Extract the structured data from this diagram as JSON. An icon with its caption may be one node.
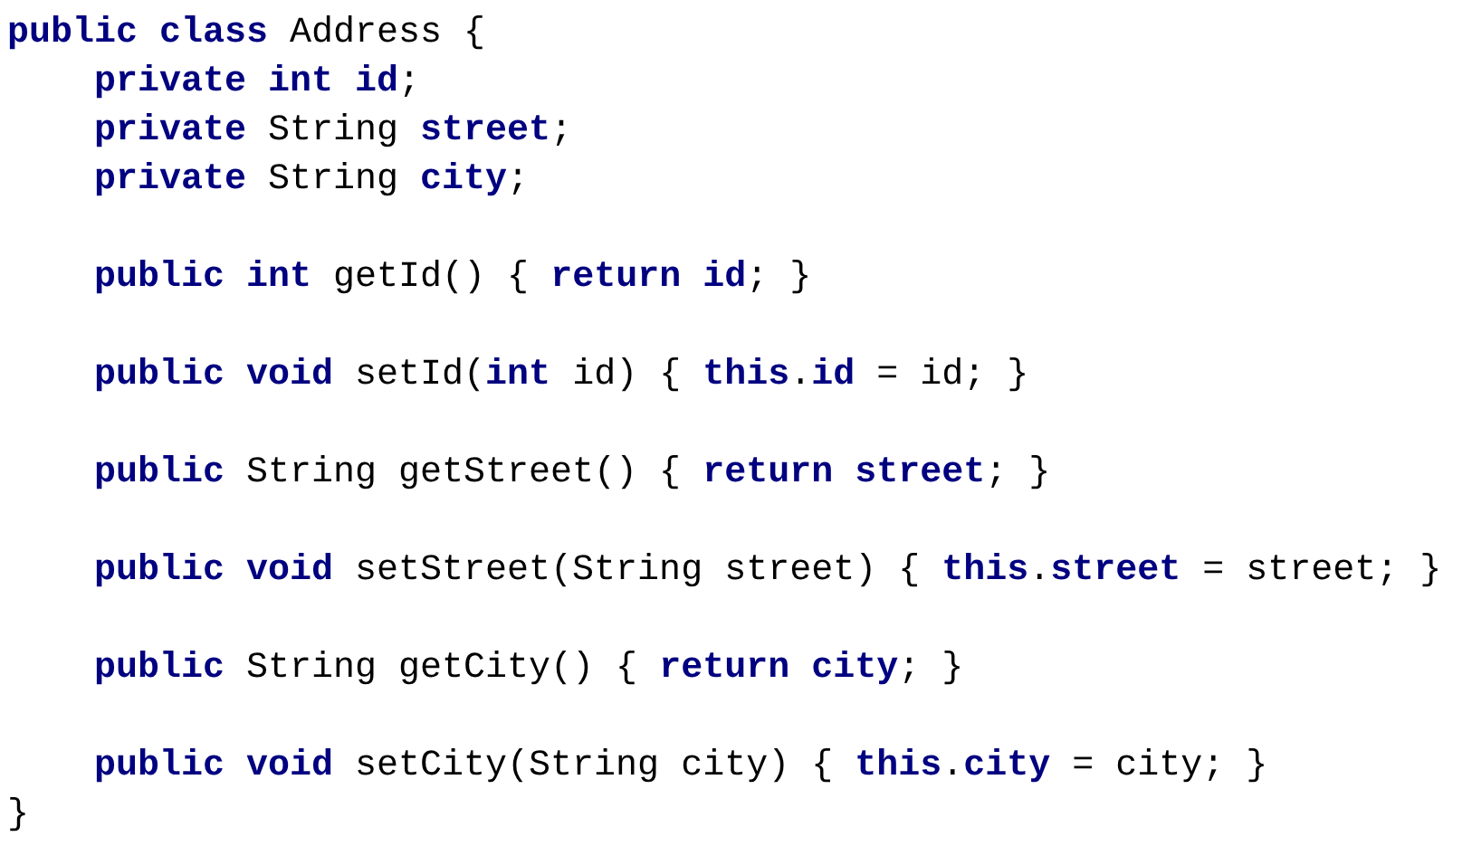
{
  "diagram": {
    "labels": [
      "**public class** Address {",
      "**private int id**;",
      "**private** String **street**;",
      "**private** String **city**;",
      "**public int** getId() { **return id**; }",
      "**public void** setId(**int** id) { **this**.**id** = id; }",
      "**public** String getStreet() { **return street**; }",
      "**public void** setStreet(String street) { **this**.**street** = street; }",
      "**public** String getCity() { **return city**; }",
      "**public void** setCity(String city) { **this**.**city** = city; }",
      "}"
    ]
  }
}
